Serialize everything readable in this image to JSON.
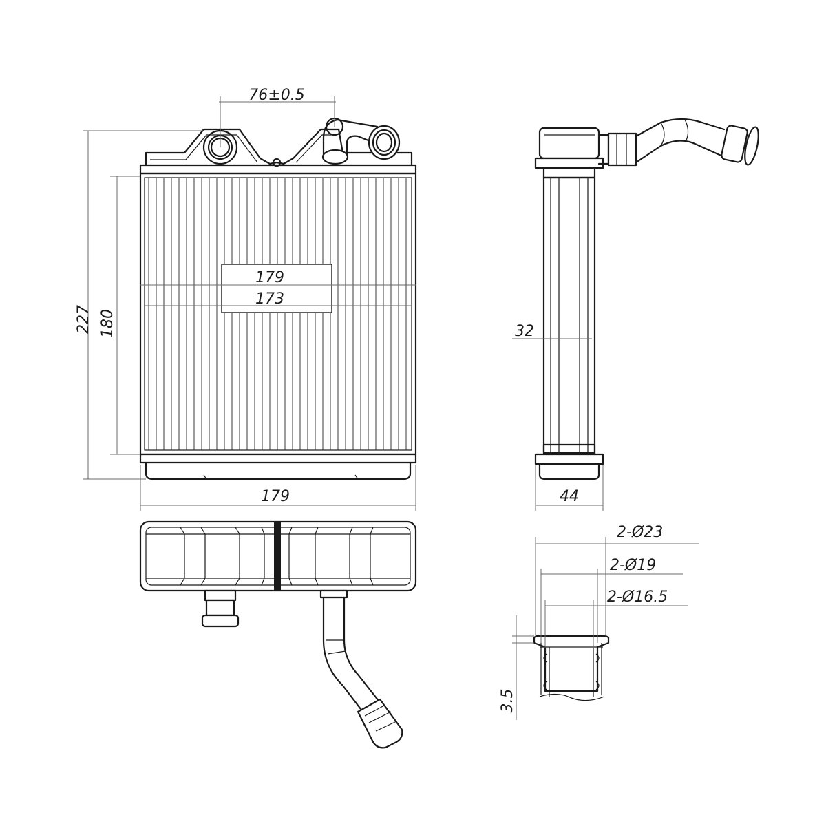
{
  "drawing": {
    "dimensions": {
      "pipe_spacing": "76±0.5",
      "core_width_outer": "179",
      "core_width_inner": "173",
      "overall_height": "227",
      "core_height": "180",
      "overall_width": "179",
      "core_depth": "32",
      "tank_depth": "44",
      "pipe_outer_diameter": "2-Ø23",
      "pipe_middle_diameter": "2-Ø19",
      "pipe_inner_diameter": "2-Ø16.5",
      "bead_height": "3.5"
    }
  }
}
